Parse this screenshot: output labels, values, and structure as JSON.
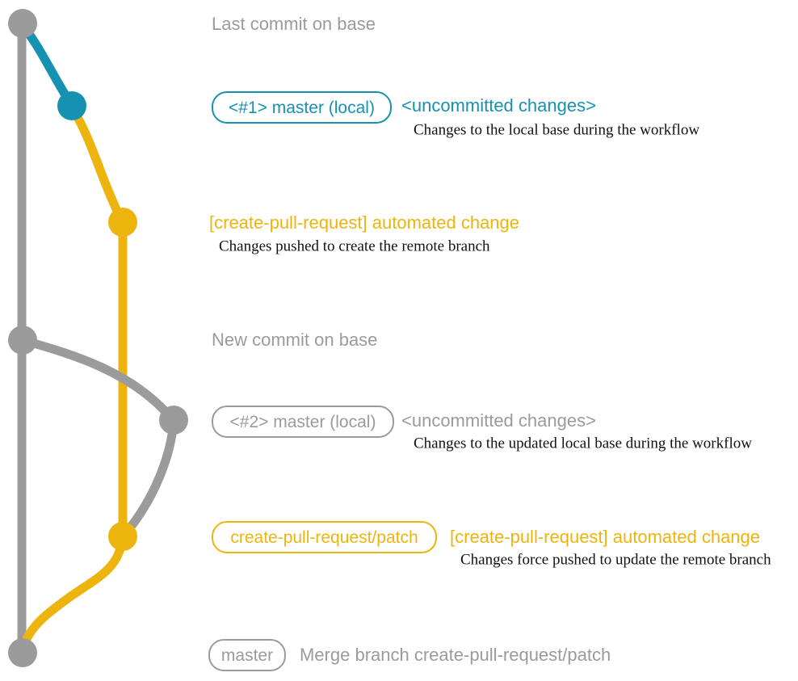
{
  "colors": {
    "gray": "#9b9b9b",
    "teal": "#1691b1",
    "yellow": "#edb40e",
    "dark": "#111111"
  },
  "graph": {
    "branches": [
      {
        "name": "base",
        "color": "#9b9b9b"
      },
      {
        "name": "local master uncommitted changes",
        "color": "#1691b1"
      },
      {
        "name": "create-pull-request/patch",
        "color": "#edb40e"
      }
    ],
    "commit_count": 7
  },
  "annotations": {
    "last_commit_label": "Last commit on base",
    "badge_master_local_1": "<#1> master (local)",
    "uncommitted_1_title": "<uncommitted changes>",
    "uncommitted_1_desc": "Changes to the local base during the workflow",
    "automated_1_title": "[create-pull-request] automated change",
    "automated_1_desc": "Changes pushed to create the remote branch",
    "new_commit_label": "New commit on base",
    "badge_master_local_2": "<#2> master (local)",
    "uncommitted_2_title": "<uncommitted changes>",
    "uncommitted_2_desc": "Changes to the updated local base during the workflow",
    "badge_patch_branch": "create-pull-request/patch",
    "automated_2_title": "[create-pull-request] automated change",
    "automated_2_desc": "Changes force pushed to update the remote branch",
    "badge_master": "master",
    "merge_label": "Merge branch create-pull-request/patch"
  }
}
